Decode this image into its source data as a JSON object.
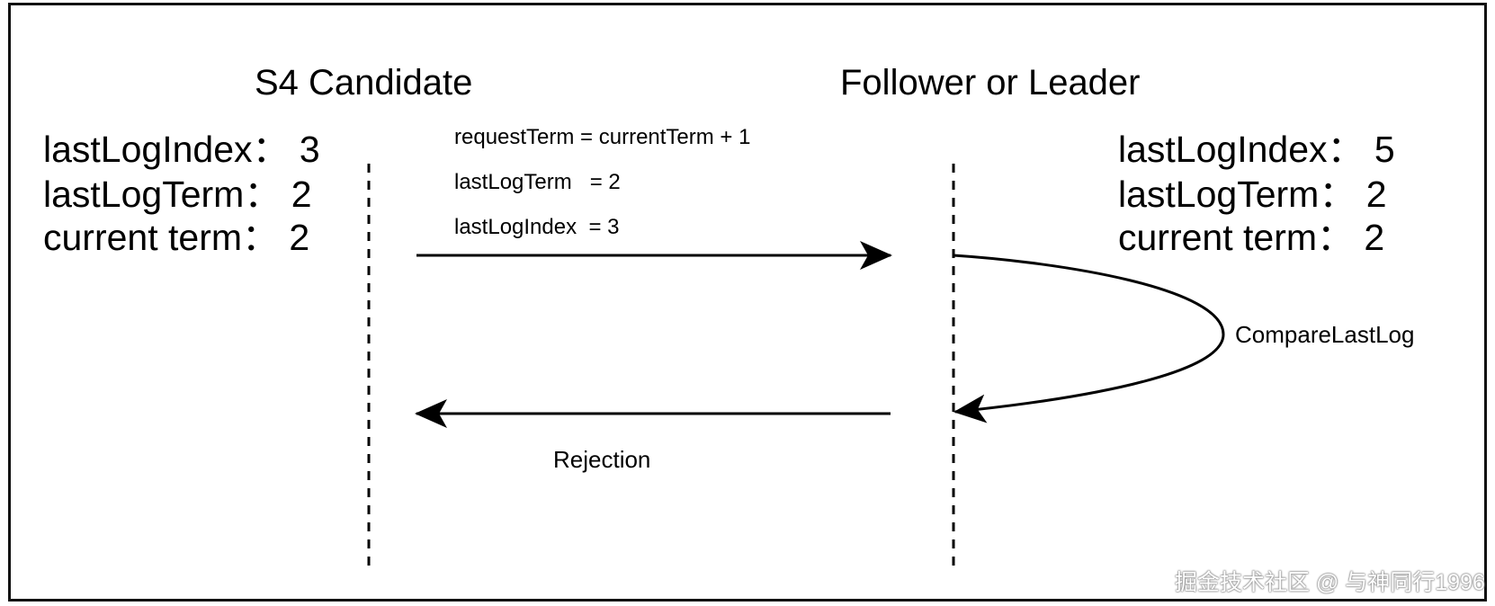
{
  "participants": {
    "left_title": "S4 Candidate",
    "right_title": "Follower or Leader"
  },
  "candidate_state": [
    "lastLogIndex： 3",
    "lastLogTerm： 2",
    "current term： 2"
  ],
  "peer_state": [
    "lastLogIndex： 5",
    "lastLogTerm： 2",
    "current term： 2"
  ],
  "request_fields": [
    "requestTerm = currentTerm + 1",
    "lastLogTerm   = 2",
    "lastLogIndex  = 3"
  ],
  "compare_label": "CompareLastLog",
  "response_label": "Rejection",
  "watermark": "掘金技术社区 @ 与神同行1996",
  "colors": {
    "stroke": "#000000",
    "frame": "#111111",
    "background": "#ffffff"
  }
}
